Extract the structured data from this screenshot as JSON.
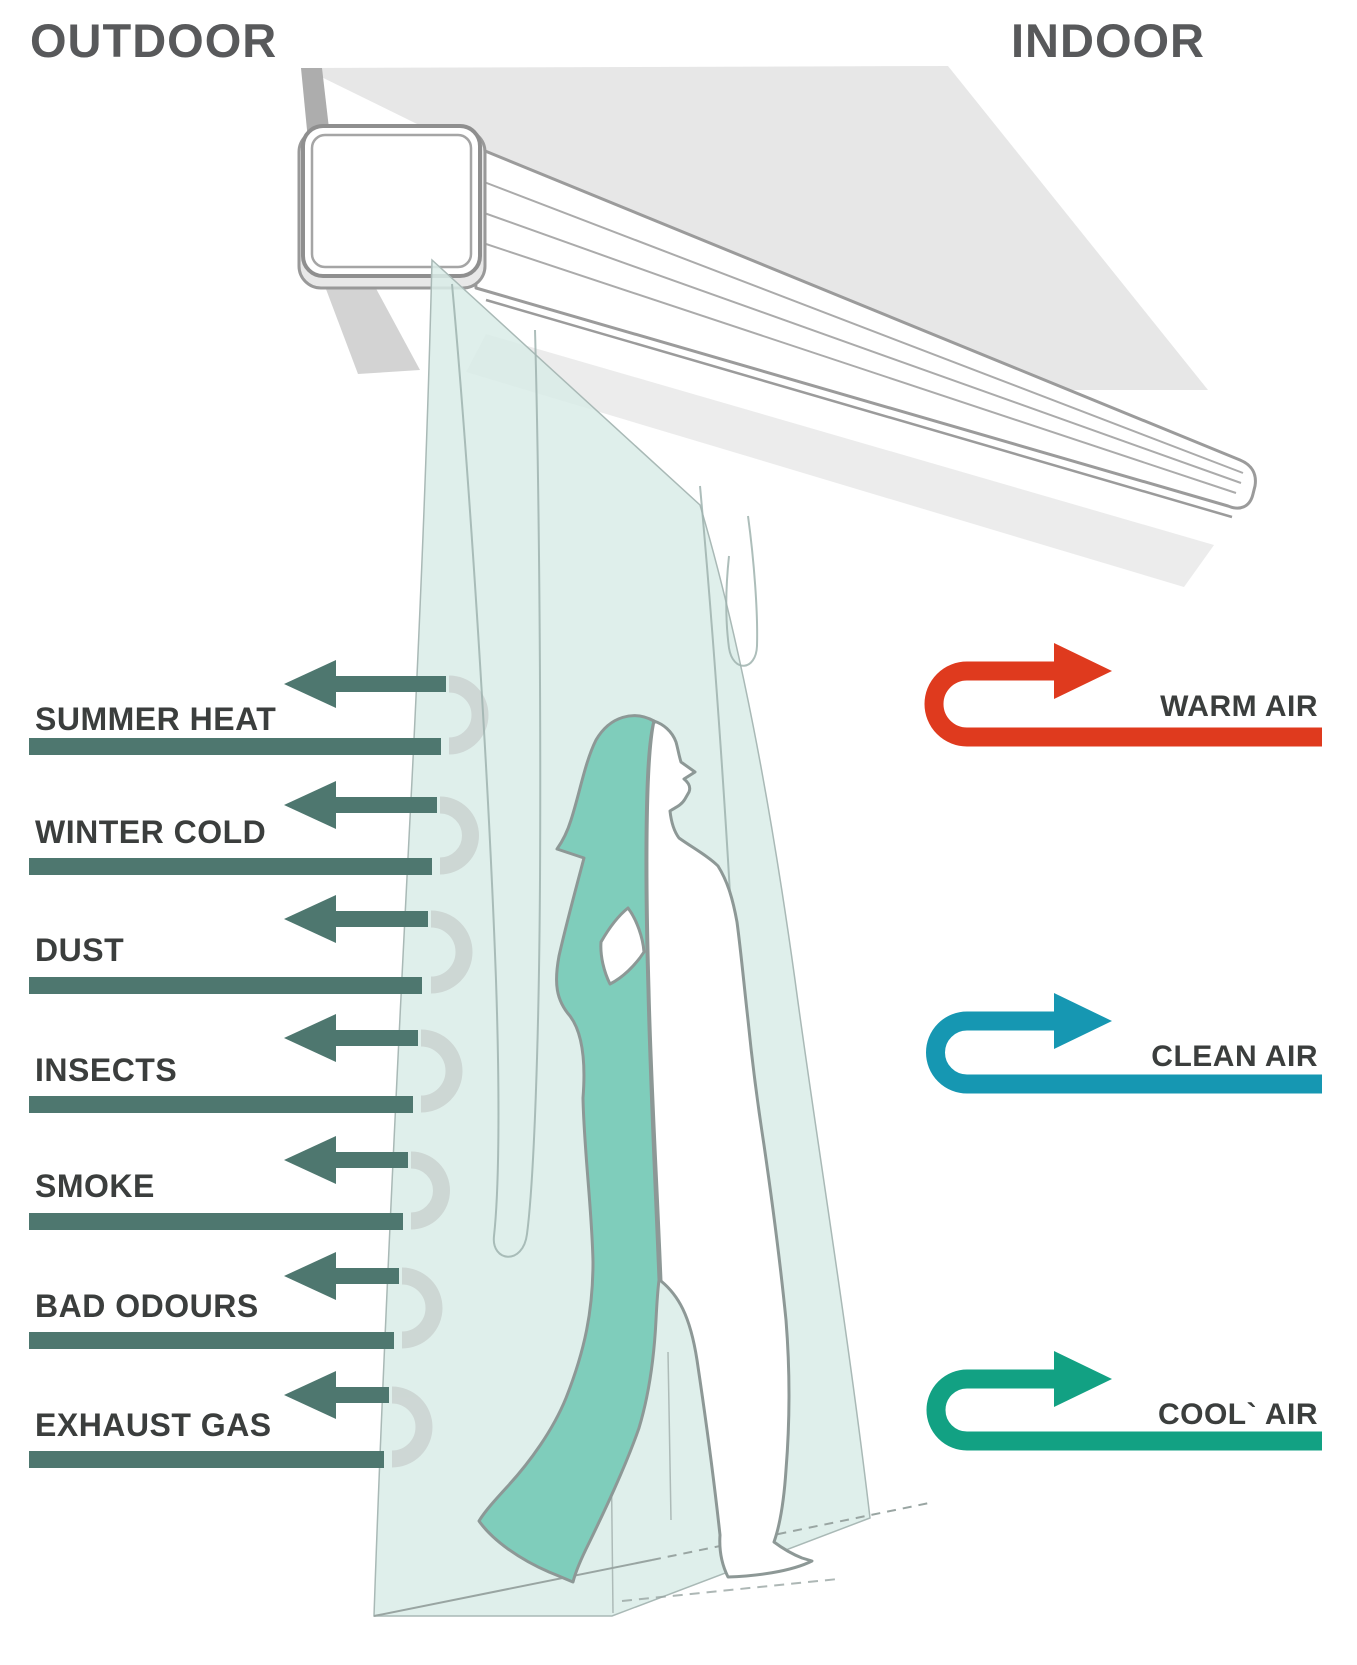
{
  "header": {
    "outdoor_title": "OUTDOOR",
    "indoor_title": "INDOOR"
  },
  "outdoor": {
    "items": [
      {
        "label": "SUMMER HEAT"
      },
      {
        "label": "WINTER COLD"
      },
      {
        "label": "DUST"
      },
      {
        "label": "INSECTS"
      },
      {
        "label": "SMOKE"
      },
      {
        "label": "BAD ODOURS"
      },
      {
        "label": "EXHAUST GAS"
      }
    ]
  },
  "indoor": {
    "items": [
      {
        "label": "WARM AIR",
        "color": "#df3a1e"
      },
      {
        "label": "CLEAN AIR",
        "color": "#1697b2"
      },
      {
        "label": "COOL` AIR",
        "color": "#12a183"
      }
    ]
  },
  "colors": {
    "outdoor_arrow": "#4e776f",
    "faded_loop": "#c8cfcd",
    "label_text": "#3b3e3d",
    "title_text": "#58595b",
    "curtain": "#d9ece8",
    "person_back": "#7fcdbb",
    "person_front": "#ffffff",
    "ceiling": "#e7e7e7"
  }
}
